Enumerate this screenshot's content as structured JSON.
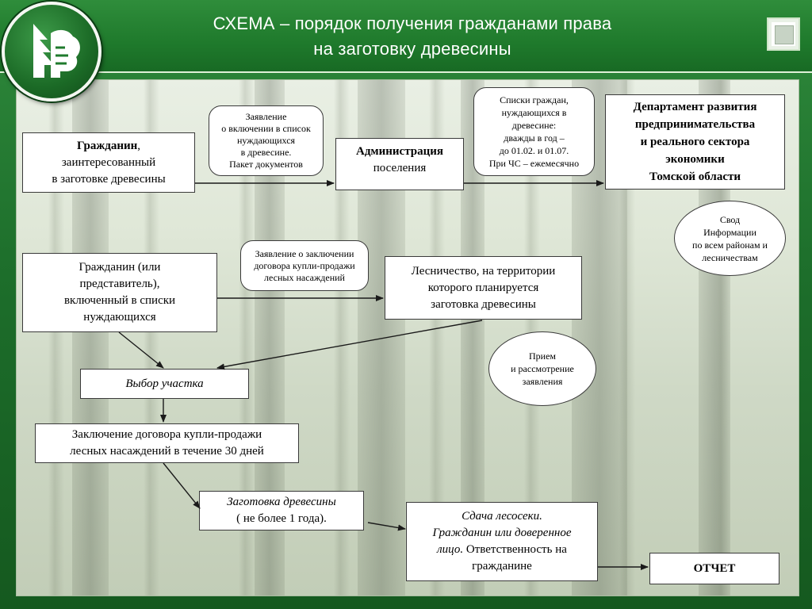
{
  "header": {
    "title_line1": "СХЕМА  – порядок получения гражданами права",
    "title_line2": "на заготовку древесины"
  },
  "logo_icon": "forest-tree-logo-icon",
  "colors": {
    "frame_green": "#1f7a2c",
    "box_border": "#3a3a3a",
    "arrow": "#1a1a1a"
  },
  "nodes": {
    "citizen_bold": "Гражданин",
    "citizen_comma": ",",
    "citizen_rest1": "заинтересованный",
    "citizen_rest2": "в заготовке древесины",
    "application_l1": "Заявление",
    "application_l2": "о включении в список",
    "application_l3": "нуждающихся",
    "application_l4": "в древесине.",
    "application_l5": "Пакет документов",
    "administration_bold": "Администрация",
    "administration_rest": "поселения",
    "lists_l1": "Списки граждан,",
    "lists_l2": "нуждающихся в",
    "lists_l3": "древесине:",
    "lists_l4": "дважды в год –",
    "lists_l5": "до 01.02.  и  01.07.",
    "lists_l6": "При ЧС – ежемесячно",
    "department_l1": "Департамент развития",
    "department_l2": "предпринимательства",
    "department_l3": "и реального сектора",
    "department_l4": "экономики",
    "department_l5": "Томской области",
    "summary_l1": "Свод",
    "summary_l2": "Информации",
    "summary_l3": "по всем районам и",
    "summary_l4": "лесничествам",
    "citizen2_l1": "Гражданин (или",
    "citizen2_l2": "представитель),",
    "citizen2_l3": "включенный в списки",
    "citizen2_l4": "нуждающихся",
    "contract_app_l1": "Заявление о заключении",
    "contract_app_l2": "договора купли-продажи",
    "contract_app_l3": "лесных насаждений",
    "forestry_l1": "Лесничество, на территории",
    "forestry_l2": "которого планируется",
    "forestry_l3": "заготовка древесины",
    "reception_l1": "Прием",
    "reception_l2": "и рассмотрение",
    "reception_l3": "заявления",
    "plot_choice": "Выбор участка",
    "contract_l1": "Заключение договора купли-продажи",
    "contract_l2": "лесных насаждений в течение 30 дней",
    "harvest_l1": "Заготовка древесины",
    "harvest_l2": "( не более 1 года).",
    "handover_l1": "Сдача лесосеки.",
    "handover_l2": "Гражданин или доверенное",
    "handover_l3a": "лицо.",
    "handover_l3b": " Ответственность на",
    "handover_l4": "гражданине",
    "report": "ОТЧЕТ"
  }
}
